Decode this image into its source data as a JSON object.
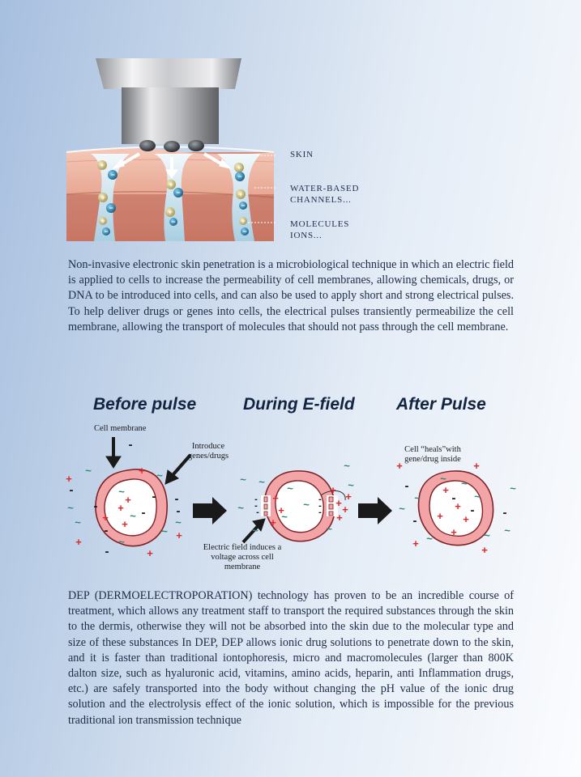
{
  "top_diagram": {
    "labels": {
      "skin": "SKIN",
      "channels_1": "WATER-BASED",
      "channels_2": "CHANNELS...",
      "molecules_1": "MOLECULES",
      "molecules_2": "IONS..."
    }
  },
  "paragraph_1": "Non-invasive electronic skin penetration is a microbiological technique in which an electric field is applied to cells to increase the permeability of cell membranes, allowing chemicals, drugs, or DNA to be introduced into cells, and can also be used to apply short and strong electrical pulses. To help deliver drugs or genes into cells, the electrical pulses transiently permeabilize the cell membrane, allowing the transport of molecules that should not pass through the cell membrane.",
  "pulse_diagram": {
    "headings": [
      "Before pulse",
      "During E-field",
      "After Pulse"
    ],
    "annotations": {
      "cell_membrane": "Cell membrane",
      "introduce_1": "Introduce",
      "introduce_2": "genes/drugs",
      "field_1": "Electric field induces a",
      "field_2": "voltage across cell",
      "field_3": "membrane",
      "heals_1": "Cell “heals”with",
      "heals_2": "gene/drug inside"
    },
    "colors": {
      "positive": "#e0282a",
      "negative": "#1a1a1a",
      "neutral": "#2e8a78",
      "membrane": "#f2a4a6"
    }
  },
  "paragraph_2": "DEP (DERMOELECTROPORATION) technology has proven to be an incredible course of treatment, which allows any treatment staff to transport the required substances through the skin to the dermis, otherwise they will not be absorbed into the skin due to the molecular type and size of these substances In DEP, DEP allows ionic drug solutions to penetrate down to the skin, and it is faster than traditional iontophoresis, micro and macromolecules (larger than 800K dalton size, such as hyaluronic acid, vitamins, amino acids, heparin, anti Inflammation drugs, etc.) are safely transported into the body without changing the pH value of the ionic drug solution and the electrolysis effect of the ionic solution, which is impossible for the previous traditional ion transmission technique"
}
